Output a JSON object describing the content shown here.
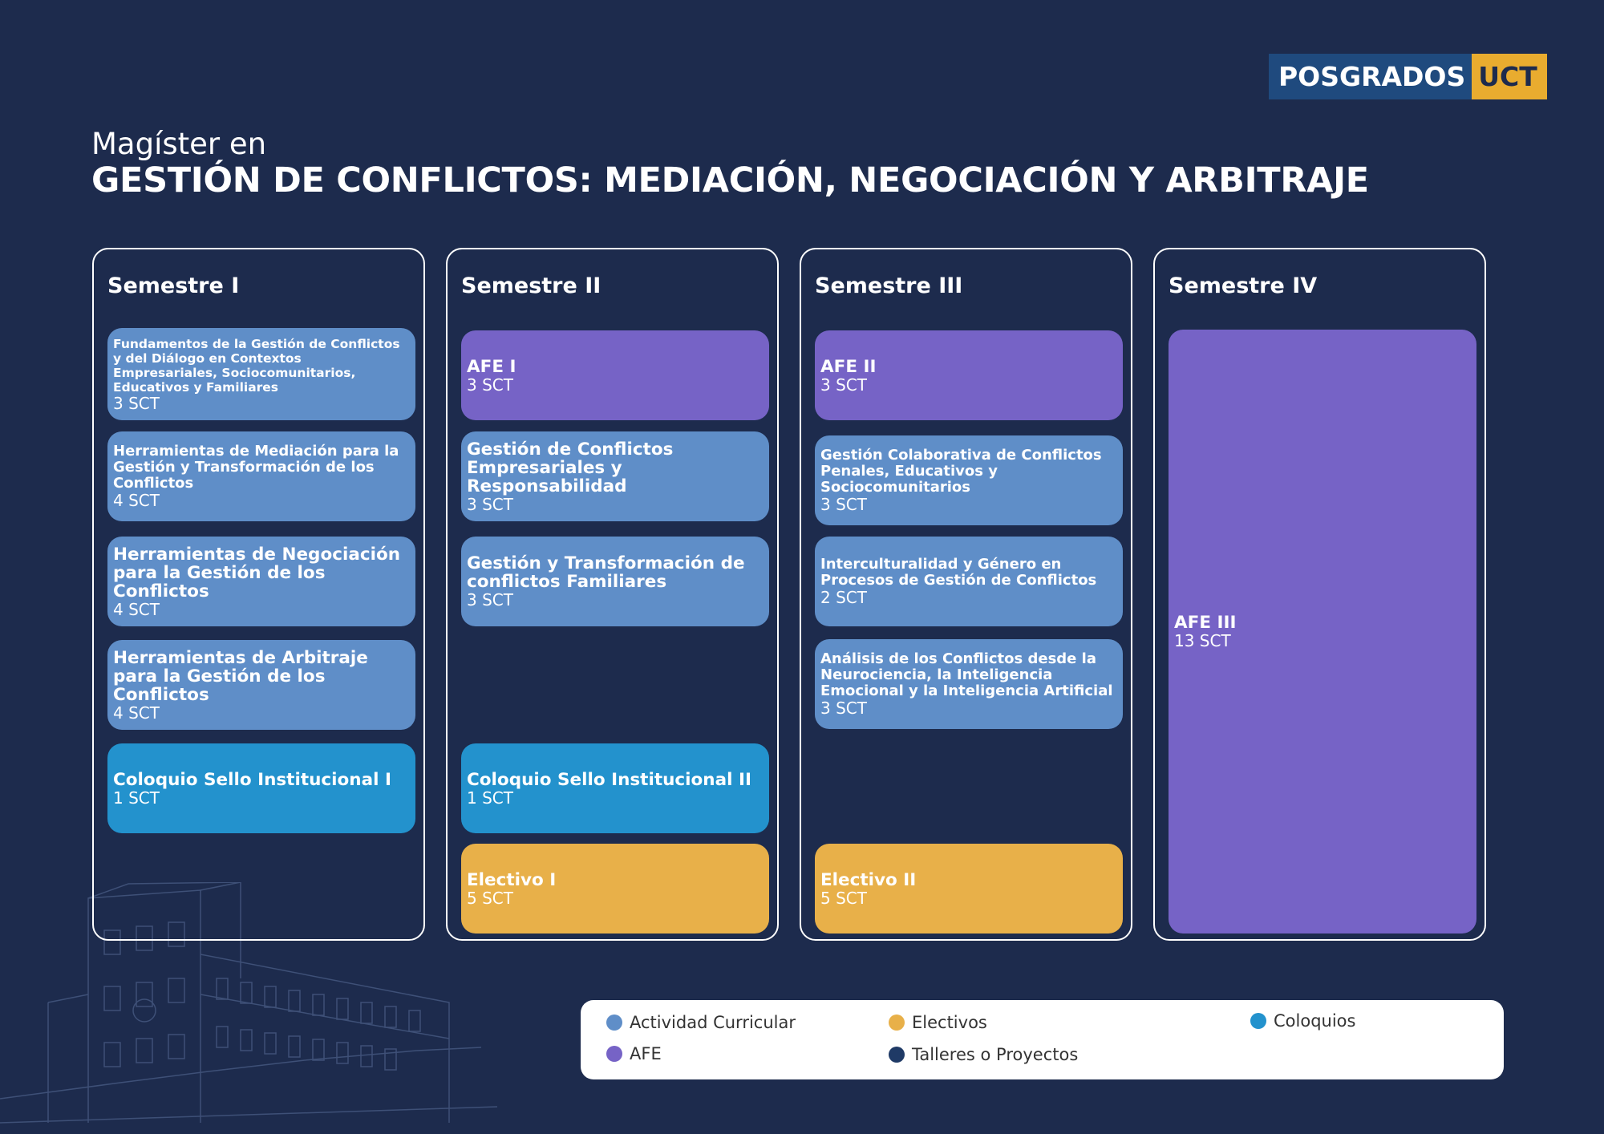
{
  "logo": {
    "part1": "POSGRADOS",
    "part2": "UCT"
  },
  "header": {
    "subtitle": "Magíster en",
    "title": "GESTIÓN DE CONFLICTOS: MEDIACIÓN, NEGOCIACIÓN Y ARBITRAJE"
  },
  "semesters": [
    {
      "label": "Semestre I",
      "courses": [
        {
          "name": "Fundamentos de la Gestión de Conflictos y del Diálogo en Contextos Empresariales, Sociocomunitarios, Educativos y Familiares",
          "credits": "3 SCT",
          "type": "actividad"
        },
        {
          "name": "Herramientas de Mediación para la Gestión y Transformación de los Conflictos",
          "credits": "4 SCT",
          "type": "actividad"
        },
        {
          "name": "Herramientas de Negociación para la Gestión de los Conflictos",
          "credits": "4 SCT",
          "type": "actividad"
        },
        {
          "name": "Herramientas de Arbitraje para la Gestión de los Conflictos",
          "credits": "4 SCT",
          "type": "actividad"
        },
        {
          "name": "Coloquio Sello Institucional I",
          "credits": "1 SCT",
          "type": "coloquio"
        }
      ]
    },
    {
      "label": "Semestre II",
      "courses": [
        {
          "name": "AFE I",
          "credits": "3 SCT",
          "type": "afe"
        },
        {
          "name": "Gestión de Conflictos Empresariales y Responsabilidad",
          "credits": "3 SCT",
          "type": "actividad"
        },
        {
          "name": "Gestión y Transformación de conflictos Familiares",
          "credits": "3 SCT",
          "type": "actividad"
        },
        {
          "name": "Coloquio Sello Institucional II",
          "credits": "1 SCT",
          "type": "coloquio"
        },
        {
          "name": "Electivo I",
          "credits": "5 SCT",
          "type": "electivo"
        }
      ]
    },
    {
      "label": "Semestre III",
      "courses": [
        {
          "name": "AFE II",
          "credits": "3 SCT",
          "type": "afe"
        },
        {
          "name": "Gestión Colaborativa de Conflictos Penales, Educativos y Sociocomunitarios",
          "credits": "3 SCT",
          "type": "actividad"
        },
        {
          "name": "Interculturalidad y Género en Procesos de Gestión de Conflictos",
          "credits": "2 SCT",
          "type": "actividad"
        },
        {
          "name": "Análisis de los Conflictos desde la Neurociencia, la Inteligencia Emocional y la Inteligencia Artificial",
          "credits": "3 SCT",
          "type": "actividad"
        },
        {
          "name": "Electivo II",
          "credits": "5 SCT",
          "type": "electivo"
        }
      ]
    },
    {
      "label": "Semestre IV",
      "courses": [
        {
          "name": "AFE III",
          "credits": "13 SCT",
          "type": "afe"
        }
      ]
    }
  ],
  "legend": [
    {
      "label": "Actividad Curricular",
      "color": "#5f8ec8"
    },
    {
      "label": "Electivos",
      "color": "#e8b049"
    },
    {
      "label": "Coloquios",
      "color": "#2392cd"
    },
    {
      "label": "AFE",
      "color": "#7663c6"
    },
    {
      "label": "Talleres o Proyectos",
      "color": "#1f3a66"
    }
  ],
  "colors": {
    "background": "#1d2b4d",
    "actividad": "#5f8ec8",
    "afe": "#7663c6",
    "coloquio": "#2392cd",
    "electivo": "#e8b049",
    "logo_blue": "#1f4a7e",
    "logo_yellow": "#e9ac2f"
  }
}
